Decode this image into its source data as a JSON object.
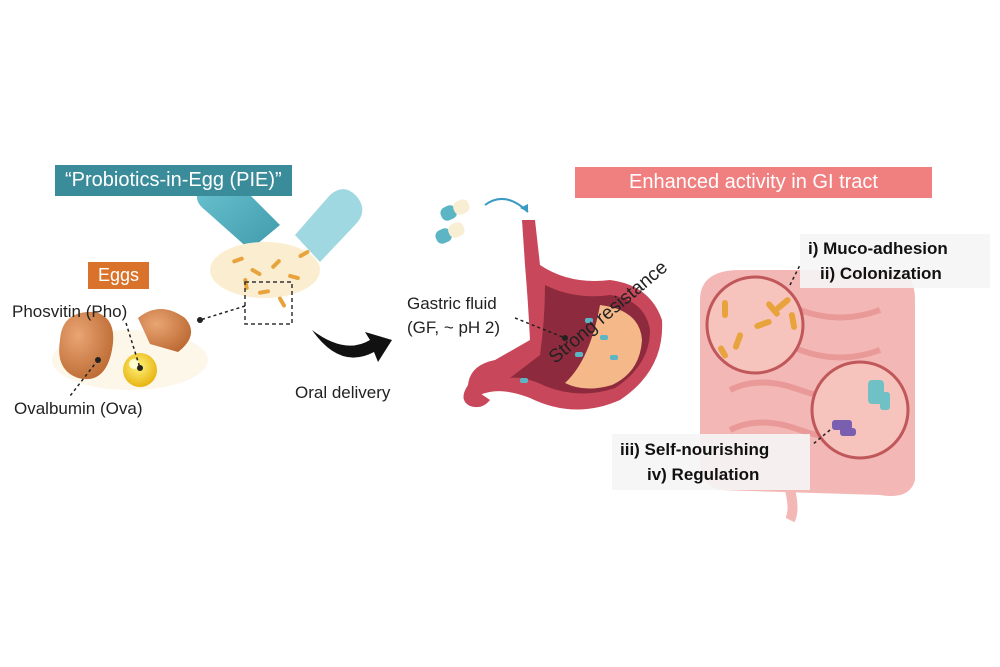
{
  "banners": {
    "pie": "“Probiotics-in-Egg (PIE)”",
    "gi": "Enhanced activity in GI tract"
  },
  "eggs_badge": "Eggs",
  "labels": {
    "phosvitin": "Phosvitin (Pho)",
    "ovalbumin": "Ovalbumin (Ova)",
    "oral_delivery": "Oral delivery",
    "gastric_fluid_line1": "Gastric fluid",
    "gastric_fluid_line2": "(GF, ~ pH 2)",
    "strong_resistance": "Strong resistance"
  },
  "callouts": {
    "muco_adhesion": "i) Muco-adhesion",
    "colonization": "ii) Colonization",
    "self_nourishing": "iii) Self-nourishing",
    "regulation": "iv) Regulation"
  },
  "colors": {
    "teal_banner": "#3b8c9a",
    "pink_banner": "#f07f80",
    "egg_badge": "#d9732b",
    "capsule_teal": "#5bb5c4",
    "stomach": "#c9475a",
    "intestine": "#f3b8b5"
  }
}
